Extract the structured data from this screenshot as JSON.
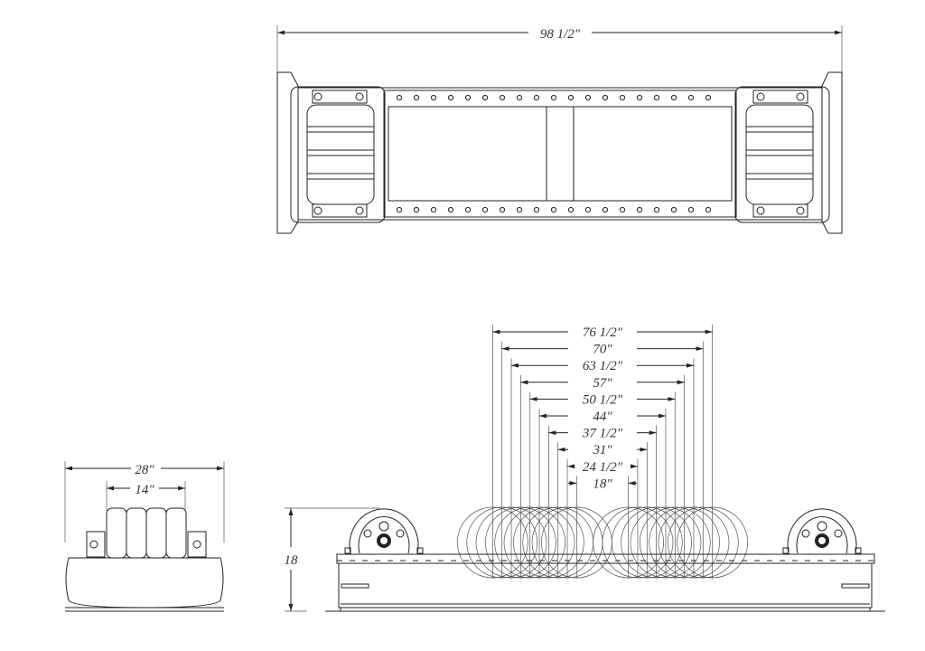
{
  "top_view": {
    "overall_length_label": "98 1/2\""
  },
  "end_view": {
    "width_label": "28\"",
    "wheel_spacing_label": "14\""
  },
  "side_view": {
    "height_label": "18",
    "unit_inches_step": 6.5,
    "spacing_labels": [
      "76 1/2\"",
      "70\"",
      "63 1/2\"",
      "57\"",
      "50 1/2\"",
      "44\"",
      "37 1/2\"",
      "31\"",
      "24 1/2\"",
      "18\""
    ],
    "spacing_values": [
      76.5,
      70,
      63.5,
      57,
      50.5,
      44,
      37.5,
      31,
      24.5,
      18
    ]
  },
  "colors": {
    "line": "#222222",
    "background": "#ffffff"
  }
}
